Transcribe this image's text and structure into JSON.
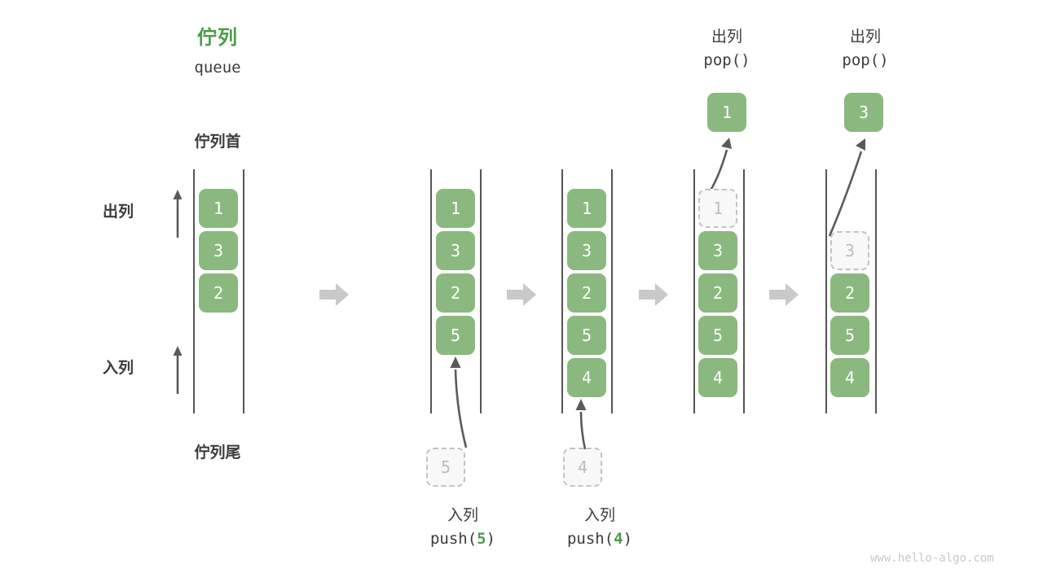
{
  "diagram": {
    "title_cn": "佇列",
    "title_code": "queue",
    "head_label": "佇列首",
    "tail_label": "佇列尾",
    "dequeue_label": "出列",
    "enqueue_label": "入列",
    "watermark": "www.hello-algo.com",
    "colors": {
      "node_green": "#8ab87e",
      "title_green": "#4c9a4c",
      "ghost_fill": "#f8f8f8",
      "ghost_border": "#c2c2c2",
      "rail": "#555555",
      "flow_arrow": "#c9c9c9",
      "curve_arrow": "#5a5a5a",
      "text": "#3c3c3c"
    }
  },
  "columns": [
    {
      "id": "initial",
      "nodes": [
        "1",
        "3",
        "2"
      ],
      "ghost_index": null
    },
    {
      "id": "after-push-5",
      "nodes": [
        "1",
        "3",
        "2",
        "5"
      ],
      "ghost_index": null,
      "incoming_value": "5",
      "op_cn": "入列",
      "op_fn_prefix": "push(",
      "op_arg": "5",
      "op_fn_suffix": ")"
    },
    {
      "id": "after-push-4",
      "nodes": [
        "1",
        "3",
        "2",
        "5",
        "4"
      ],
      "ghost_index": null,
      "incoming_value": "4",
      "op_cn": "入列",
      "op_fn_prefix": "push(",
      "op_arg": "4",
      "op_fn_suffix": ")"
    },
    {
      "id": "pop-1",
      "nodes": [
        "1",
        "3",
        "2",
        "5",
        "4"
      ],
      "ghost_index": 0,
      "popped_value": "1",
      "op_cn": "出列",
      "op_fn_prefix": "pop(",
      "op_arg": "",
      "op_fn_suffix": ")"
    },
    {
      "id": "pop-3",
      "nodes": [
        "3",
        "2",
        "5",
        "4"
      ],
      "ghost_index": 0,
      "ghost_slot": 1,
      "popped_value": "3",
      "op_cn": "出列",
      "op_fn_prefix": "pop(",
      "op_arg": "",
      "op_fn_suffix": ")"
    }
  ],
  "flow_arrows": [
    "arrow-1",
    "arrow-2",
    "arrow-3",
    "arrow-4"
  ]
}
